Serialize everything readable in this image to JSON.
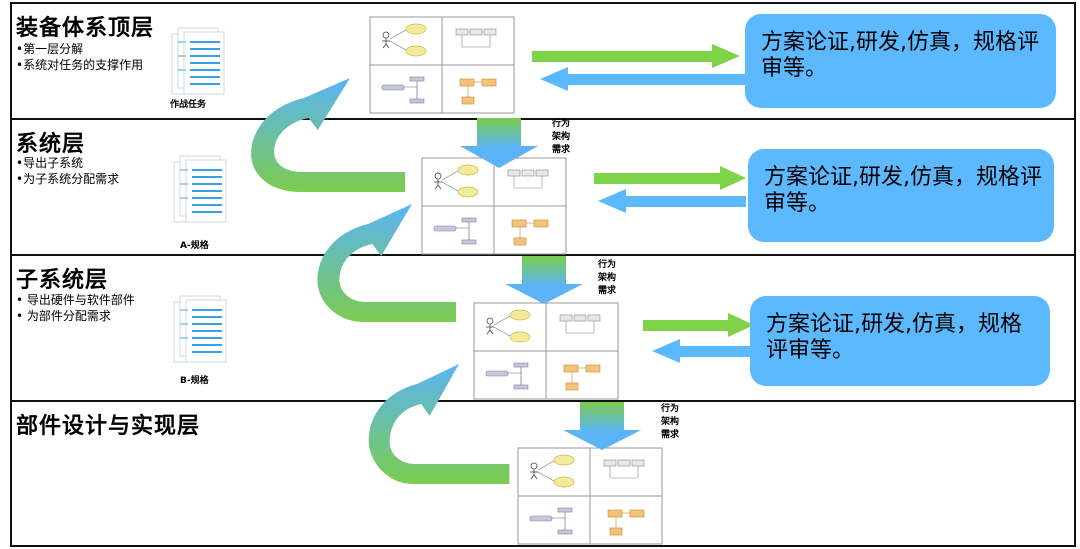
{
  "layers": [
    {
      "title": "装备体系顶层",
      "bullets": [
        "•第一层分解",
        "•系统对任务的支撑作用"
      ],
      "doc_label": "作战任务"
    },
    {
      "title": "系统层",
      "bullets": [
        "•导出子系统",
        "•为子系统分配需求"
      ],
      "doc_label": "A-规格"
    },
    {
      "title": "子系统层",
      "bullets": [
        "• 导出硬件与软件部件",
        "• 为部件分配需求"
      ],
      "doc_label": "B-规格"
    },
    {
      "title": "部件设计与实现层",
      "bullets": [],
      "doc_label": ""
    }
  ],
  "bubbles": [
    {
      "text": "方案论证,研发,仿真，规格评审等。"
    },
    {
      "text": "方案论证,研发,仿真，规格评审等。"
    },
    {
      "text": "方案论证,研发,仿真，规格评审等。"
    }
  ],
  "requirement_labels": [
    [
      "行为",
      "架构",
      "需求"
    ],
    [
      "行为",
      "架构",
      "需求"
    ],
    [
      "行为",
      "架构",
      "需求"
    ]
  ],
  "colors": {
    "bubble": "#5cb8ff",
    "arrow_green": "#7ed348",
    "arrow_blue": "#5cb8ff",
    "curve_green": "#7ccc4e",
    "curve_blue": "#5ab4f5"
  }
}
